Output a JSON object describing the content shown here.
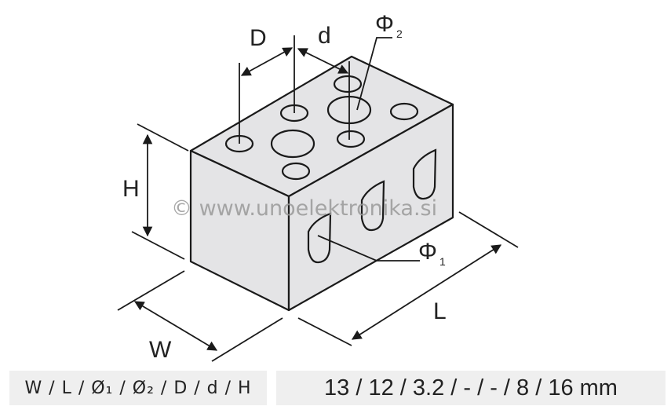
{
  "diagram": {
    "labels": {
      "D": "D",
      "d": "d",
      "phi2": "Φ",
      "phi2_sub": "2",
      "phi1": "Φ",
      "phi1_sub": "1",
      "H": "H",
      "W": "W",
      "L": "L"
    },
    "watermark": "© www.unoelektronika.si"
  },
  "spec_table": {
    "parameters": "W / L / Ø₁ / Ø₂ / D / d / H",
    "values": "13 / 12 / 3.2 / - / - / 8 / 16 mm"
  },
  "colors": {
    "fill": "#e4e4e6",
    "stroke": "#1a1a1a",
    "table_bg": "#efefef"
  }
}
